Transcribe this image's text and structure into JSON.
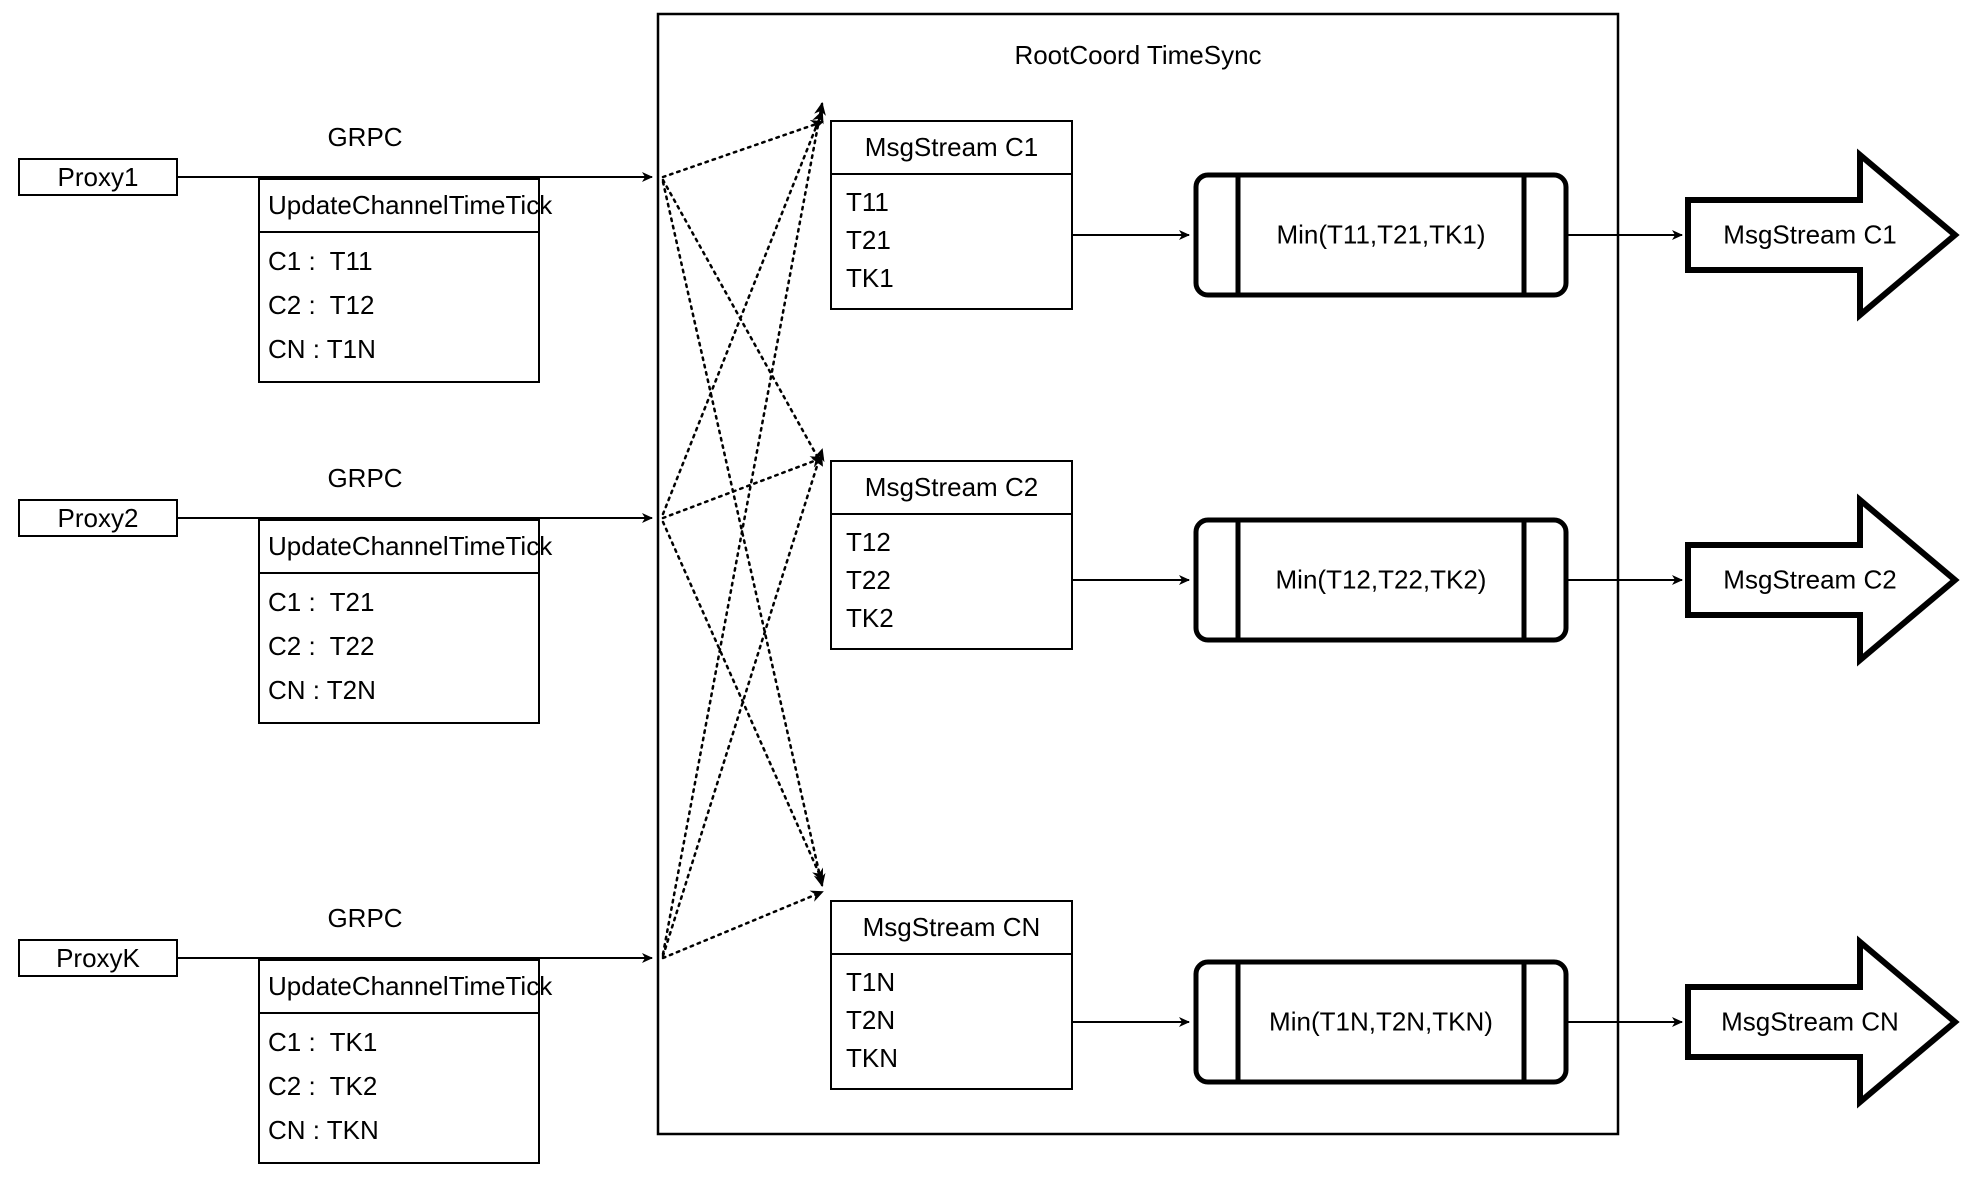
{
  "container": {
    "title": "RootCoord TimeSync"
  },
  "rows": [
    {
      "proxy": "Proxy1",
      "grpc_label": "GRPC",
      "uct": {
        "title": "UpdateChannelTimeTick",
        "rows": [
          "C1 :  T11",
          "C2 :  T12",
          "CN : T1N"
        ]
      },
      "msgstream": {
        "title": "MsgStream C1",
        "rows": [
          "T11",
          "T21",
          "TK1"
        ]
      },
      "min_label": "Min(T11,T21,TK1)",
      "output_label": "MsgStream C1"
    },
    {
      "proxy": "Proxy2",
      "grpc_label": "GRPC",
      "uct": {
        "title": "UpdateChannelTimeTick",
        "rows": [
          "C1 :  T21",
          "C2 :  T22",
          "CN : T2N"
        ]
      },
      "msgstream": {
        "title": "MsgStream C2",
        "rows": [
          "T12",
          "T22",
          "TK2"
        ]
      },
      "min_label": "Min(T12,T22,TK2)",
      "output_label": "MsgStream C2"
    },
    {
      "proxy": "ProxyK",
      "grpc_label": "GRPC",
      "uct": {
        "title": "UpdateChannelTimeTick",
        "rows": [
          "C1 :  TK1",
          "C2 :  TK2",
          "CN : TKN"
        ]
      },
      "msgstream": {
        "title": "MsgStream CN",
        "rows": [
          "T1N",
          "T2N",
          "TKN"
        ]
      },
      "min_label": "Min(T1N,T2N,TKN)",
      "output_label": "MsgStream CN"
    }
  ],
  "colors": {
    "stroke": "#000000",
    "background": "#ffffff"
  }
}
